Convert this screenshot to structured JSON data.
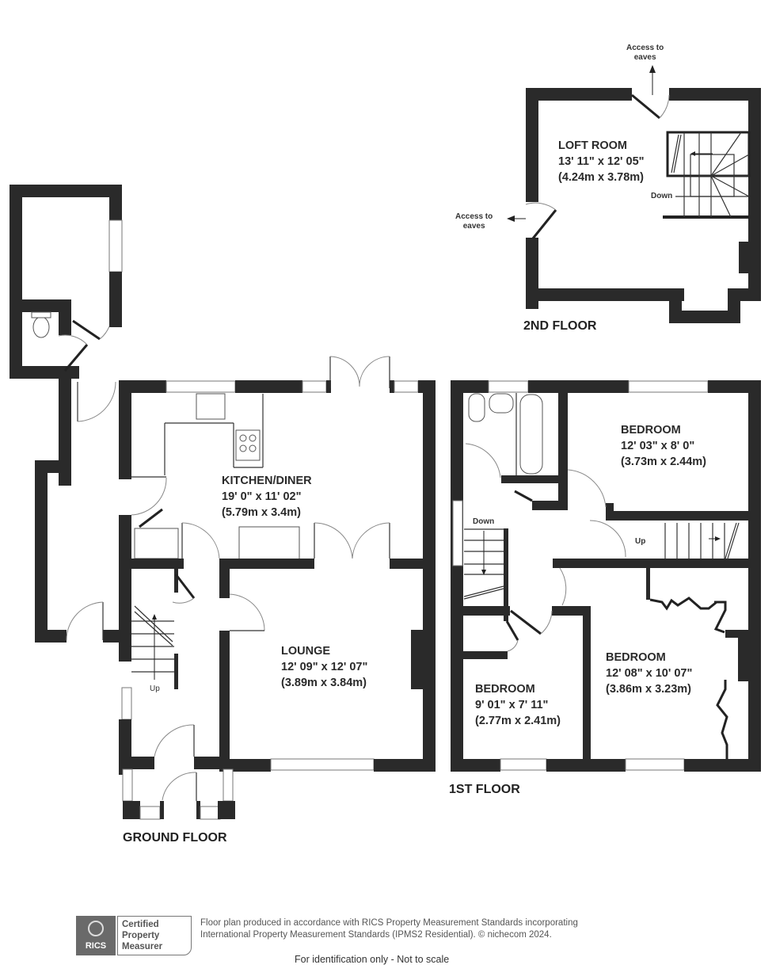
{
  "floors": {
    "second": {
      "title": "2ND FLOOR",
      "rooms": [
        {
          "name": "LOFT ROOM",
          "size_imperial": "13' 11\" x 12' 05\"",
          "size_metric": "(4.24m x 3.78m)"
        }
      ],
      "annotations": {
        "eaves_top": [
          "Access to",
          "eaves"
        ],
        "eaves_left": [
          "Access to",
          "eaves"
        ],
        "stairs": "Down"
      }
    },
    "first": {
      "title": "1ST FLOOR",
      "rooms": [
        {
          "name": "BEDROOM",
          "size_imperial": "12' 03\" x 8' 0\"",
          "size_metric": "(3.73m x 2.44m)"
        },
        {
          "name": "BEDROOM",
          "size_imperial": "12' 08\" x 10' 07\"",
          "size_metric": "(3.86m x 3.23m)"
        },
        {
          "name": "BEDROOM",
          "size_imperial": "9' 01\" x 7' 11\"",
          "size_metric": "(2.77m x 2.41m)"
        }
      ],
      "annotations": {
        "stairs_down": "Down",
        "stairs_up": "Up"
      }
    },
    "ground": {
      "title": "GROUND FLOOR",
      "rooms": [
        {
          "name": "KITCHEN/DINER",
          "size_imperial": "19' 0\" x 11' 02\"",
          "size_metric": "(5.79m x 3.4m)"
        },
        {
          "name": "LOUNGE",
          "size_imperial": "12' 09\" x 12' 07\"",
          "size_metric": "(3.89m x 3.84m)"
        }
      ],
      "annotations": {
        "stairs_up": "Up"
      }
    }
  },
  "footer": {
    "badge": {
      "org": "RICS",
      "lines": [
        "Certified",
        "Property",
        "Measurer"
      ],
      "icon": "rics-lion-icon"
    },
    "statement_line1": "Floor plan produced in accordance with RICS Property Measurement Standards incorporating",
    "statement_line2": "International Property Measurement Standards (IPMS2 Residential).   © nichecom 2024.",
    "disclaimer": "For identification only - Not to scale"
  },
  "colors": {
    "wall": "#2a2a2a",
    "background": "#ffffff",
    "badge_grey": "#6a6a6a"
  }
}
